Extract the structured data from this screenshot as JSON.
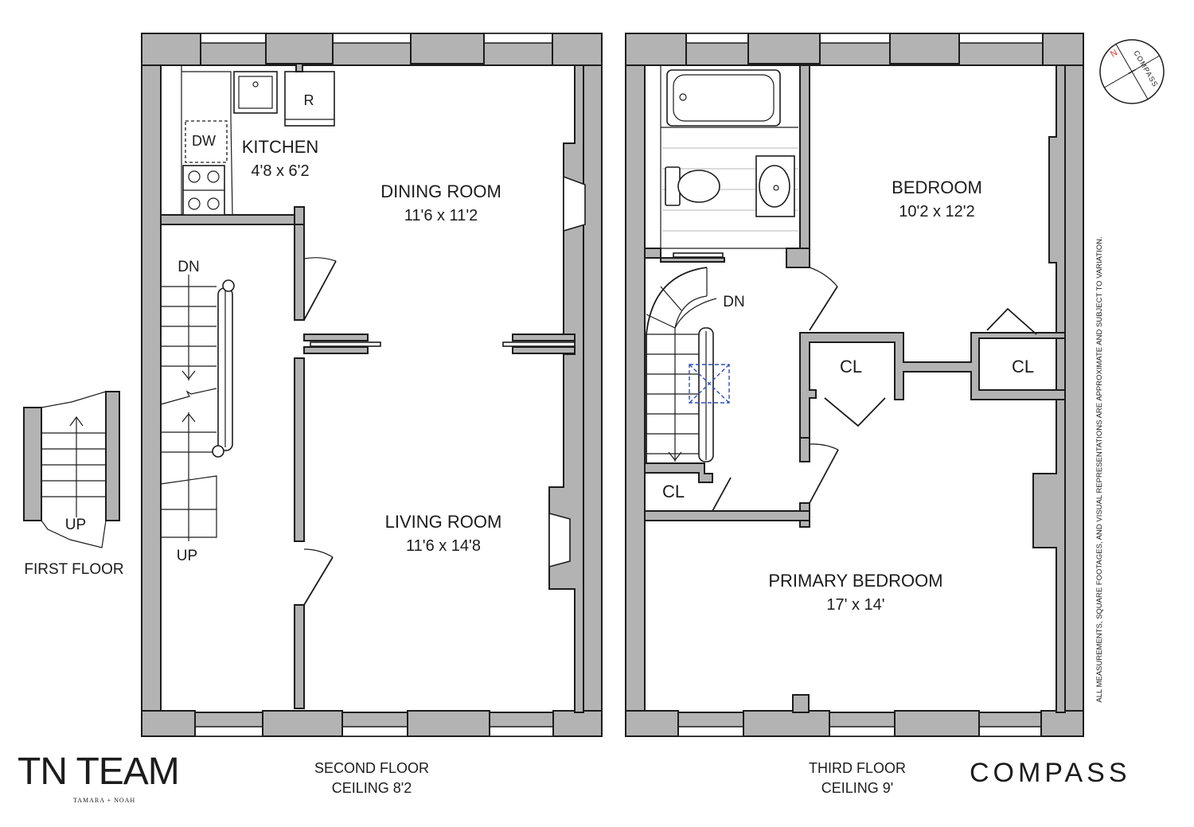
{
  "first_floor": {
    "caption": "FIRST FLOOR",
    "stair_up": "UP"
  },
  "second_floor": {
    "caption": "SECOND FLOOR",
    "ceiling": "CEILING 8'2",
    "kitchen": {
      "name": "KITCHEN",
      "dims": "4'8 x 6'2"
    },
    "dining_room": {
      "name": "DINING ROOM",
      "dims": "11'6 x 11'2"
    },
    "living_room": {
      "name": "LIVING ROOM",
      "dims": "11'6 x 14'8"
    },
    "appliances": {
      "dishwasher": "DW",
      "refrigerator": "R"
    },
    "stair_down": "DN",
    "stair_up": "UP"
  },
  "third_floor": {
    "caption": "THIRD FLOOR",
    "ceiling": "CEILING 9'",
    "bedroom": {
      "name": "BEDROOM",
      "dims": "10'2 x 12'2"
    },
    "primary_bedroom": {
      "name": "PRIMARY BEDROOM",
      "dims": "17' x 14'"
    },
    "closets": [
      "CL",
      "CL",
      "CL"
    ],
    "stair_down": "DN"
  },
  "compass": {
    "label": "COMPASS",
    "north": "N"
  },
  "disclaimer": "ALL MEASUREMENTS, SQUARE FOOTAGES, AND VISUAL REPRESENTATIONS ARE APPROXIMATE AND SUBJECT TO VARIATION.",
  "branding": {
    "team_logo": "TN TEAM",
    "team_sub": "TAMARA + NOAH",
    "company_logo": "COMPASS"
  },
  "colors": {
    "wall_fill": "#b3b3b3",
    "line": "#1c1c1c",
    "marker": "#2f4fc4",
    "north": "#d9322b"
  }
}
